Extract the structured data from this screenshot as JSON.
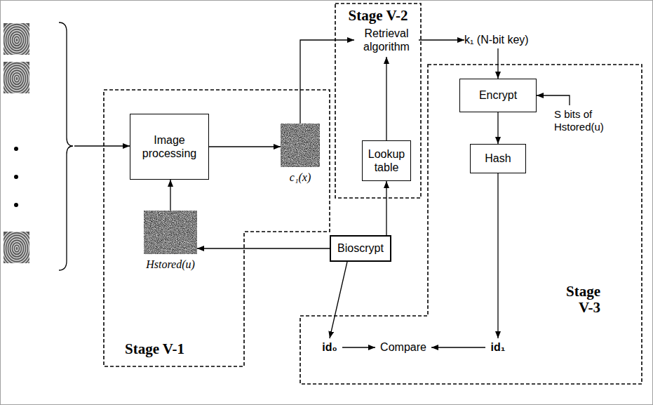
{
  "diagram": {
    "nodes": [
      {
        "text": [
          "Stage V-1"
        ]
      },
      {
        "text": [
          "Image processing"
        ],
        "in": 0
      },
      {
        "text": [
          "c₁(x)"
        ],
        "in": 0
      },
      {
        "text": [
          "Hstored(u)"
        ],
        "in": 0
      },
      {
        "text": [
          "Stage V-2"
        ]
      },
      {
        "text": [
          "Retrieval algorithm"
        ],
        "in": 4
      },
      {
        "text": [
          "Lookup table"
        ],
        "in": 4
      },
      {
        "text": [
          "k₁ (N-bit key)"
        ]
      },
      {
        "text": [
          "Stage V-3"
        ]
      },
      {
        "text": [
          "Encrypt"
        ],
        "in": 8
      },
      {
        "text": [
          "S bits of Hstored(u)"
        ],
        "in": 8
      },
      {
        "text": [
          "Hash"
        ],
        "in": 8
      },
      {
        "text": [
          "id₁"
        ],
        "in": 8
      },
      {
        "text": [
          "Compare"
        ],
        "in": 8
      },
      {
        "text": [
          "id₀"
        ],
        "in": 8
      },
      {
        "text": [
          "Bioscrypt"
        ]
      }
    ],
    "edges": [
      {
        "from": 1,
        "to": 2,
        "arrow": "to"
      },
      {
        "from": 2,
        "to": 5,
        "arrow": "to"
      },
      {
        "from": 6,
        "to": 5,
        "arrow": "to"
      },
      {
        "from": 5,
        "to": 7,
        "arrow": "to"
      },
      {
        "from": 7,
        "to": 9,
        "arrow": "to"
      },
      {
        "from": 10,
        "to": 9,
        "arrow": "to"
      },
      {
        "from": 9,
        "to": 11,
        "arrow": "to"
      },
      {
        "from": 11,
        "to": 12,
        "arrow": "to"
      },
      {
        "from": 12,
        "to": 13,
        "arrow": "to"
      },
      {
        "from": 14,
        "to": 13,
        "arrow": "to"
      },
      {
        "from": 15,
        "to": 6,
        "arrow": "to"
      },
      {
        "from": 15,
        "to": 3,
        "arrow": "to"
      },
      {
        "from": 15,
        "to": 14,
        "arrow": "to"
      },
      {
        "from": 3,
        "to": 1,
        "arrow": "to"
      }
    ]
  }
}
